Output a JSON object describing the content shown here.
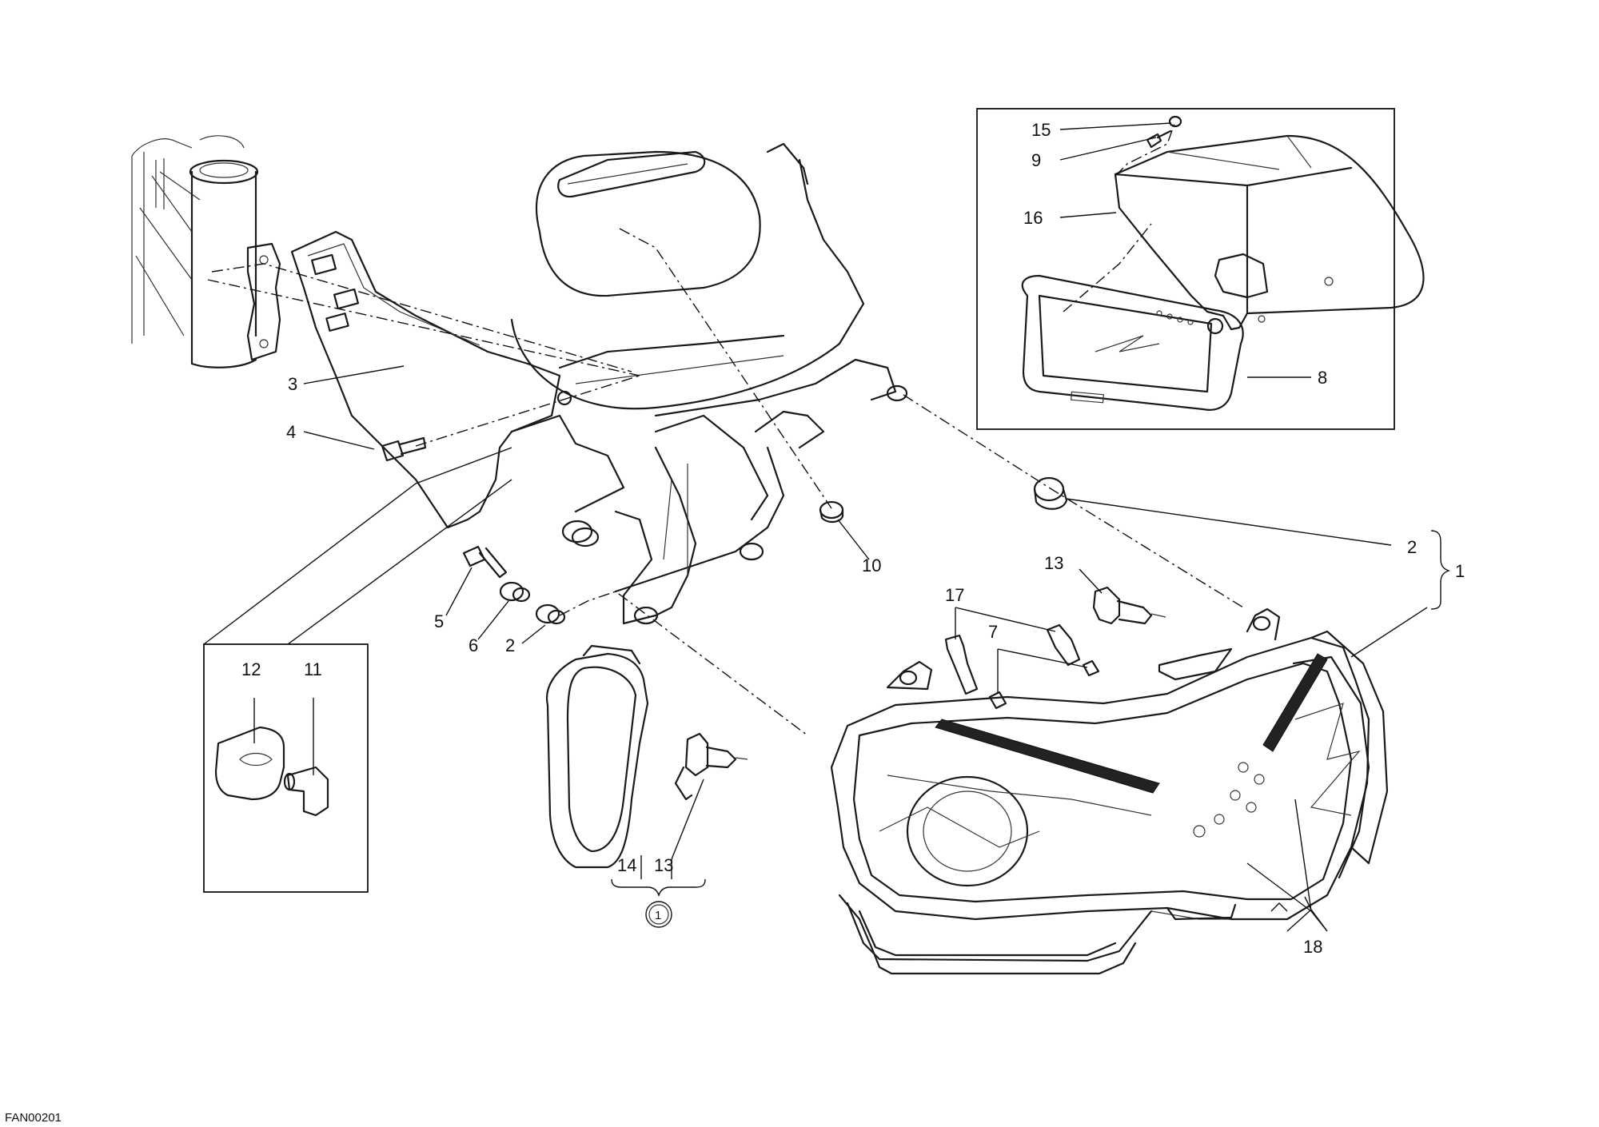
{
  "drawing_code": "FAN00201",
  "callouts": {
    "c1": "1",
    "c2a": "2",
    "c2b": "2",
    "c3": "3",
    "c4": "4",
    "c5": "5",
    "c6": "6",
    "c7": "7",
    "c8": "8",
    "c9": "9",
    "c10": "10",
    "c11": "11",
    "c12": "12",
    "c13a": "13",
    "c13b": "13",
    "c14": "14",
    "c15": "15",
    "c16": "16",
    "c17": "17",
    "c18": "18",
    "note": "1"
  },
  "colors": {
    "line": "#1a1a1a",
    "background": "#ffffff",
    "reflector_strip": "#222222"
  }
}
